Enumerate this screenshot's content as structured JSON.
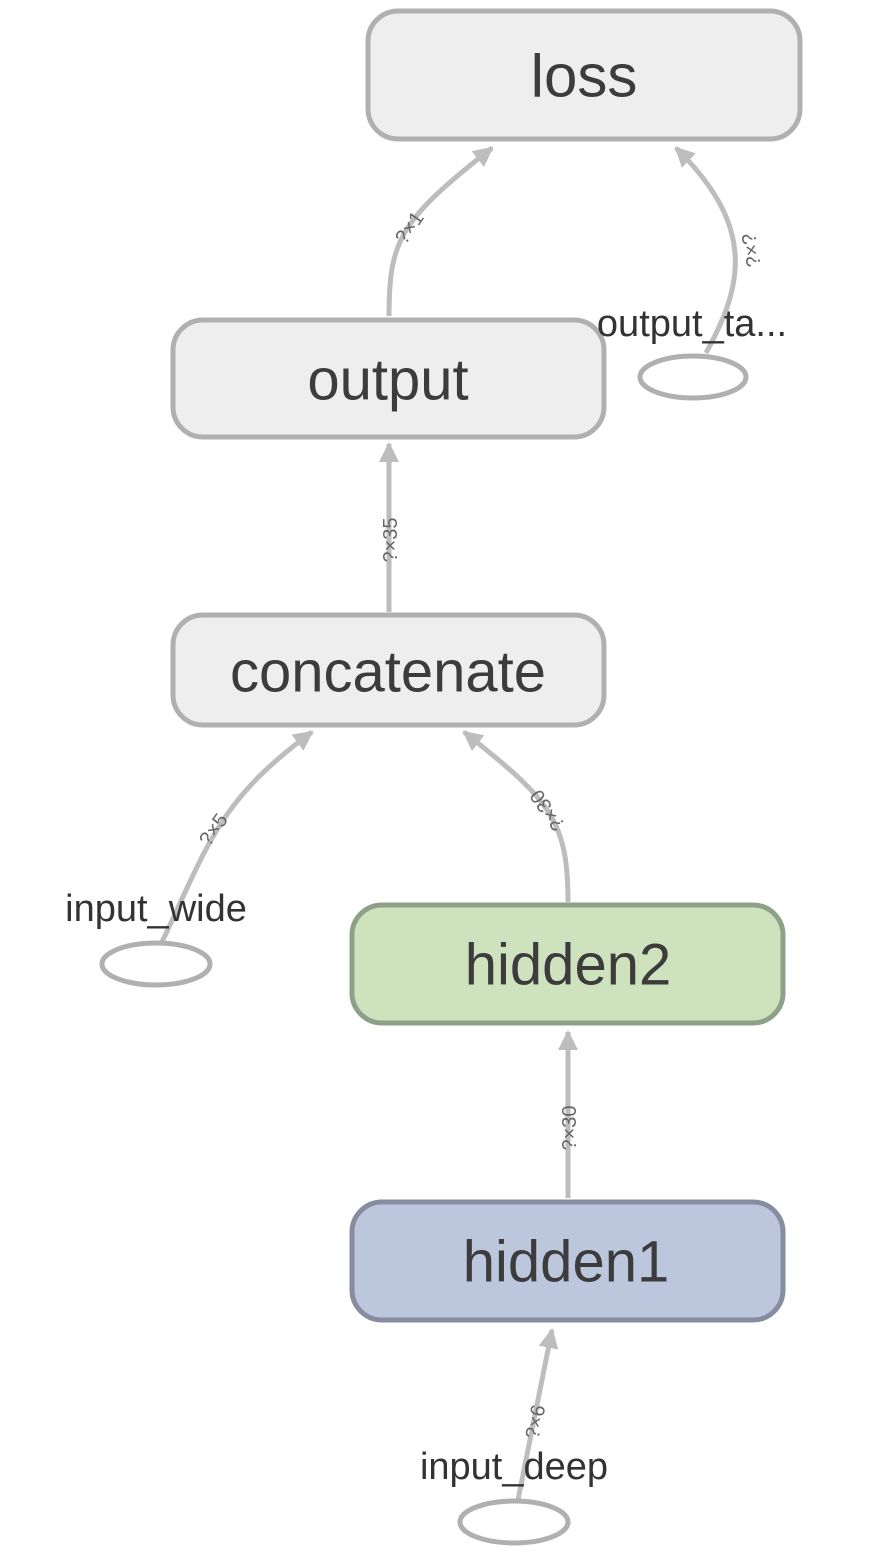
{
  "colors": {
    "op_fill": "#eeeeee",
    "op_stroke": "#b0b0b0",
    "hidden2_fill": "#cde2bd",
    "hidden2_stroke": "#8fa088",
    "hidden1_fill": "#bcc6dc",
    "hidden1_stroke": "#868d9e",
    "edge": "#bdbdbd",
    "text": "#3c3c3c"
  },
  "nodes": {
    "loss": {
      "label": "loss"
    },
    "output": {
      "label": "output"
    },
    "concatenate": {
      "label": "concatenate"
    },
    "hidden2": {
      "label": "hidden2"
    },
    "hidden1": {
      "label": "hidden1"
    }
  },
  "inputs": {
    "output_target": {
      "label": "output_ta..."
    },
    "input_wide": {
      "label": "input_wide"
    },
    "input_deep": {
      "label": "input_deep"
    }
  },
  "edges": {
    "output_to_loss": {
      "shape": "?×1"
    },
    "target_to_loss": {
      "shape": "?×?"
    },
    "concat_to_output": {
      "shape": "?×35"
    },
    "wide_to_concat": {
      "shape": "?×5"
    },
    "hidden2_to_concat": {
      "shape": "?×30"
    },
    "hidden1_to_hidden2": {
      "shape": "?×30"
    },
    "deep_to_hidden1": {
      "shape": "?×6"
    }
  }
}
